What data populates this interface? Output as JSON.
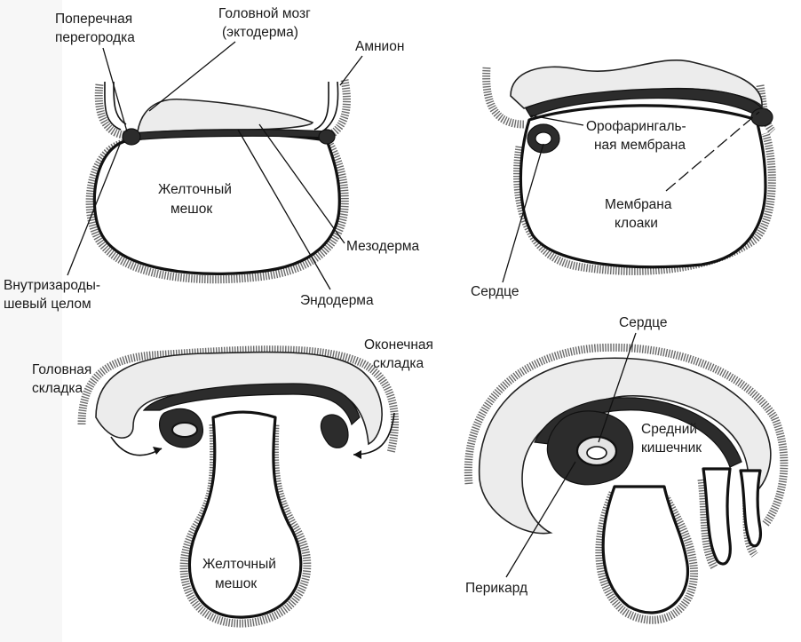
{
  "panel_top_left": {
    "label_septum_1": "Поперечная",
    "label_septum_2": "перегородка",
    "label_brain_1": "Головной мозг",
    "label_brain_2": "(эктодерма)",
    "label_amnion": "Амнион",
    "label_yolk_1": "Желточный",
    "label_yolk_2": "мешок",
    "label_mesoderm": "Мезодерма",
    "label_endoderm": "Эндодерма",
    "label_coelom_1": "Внутризароды-",
    "label_coelom_2": "шевый целом"
  },
  "panel_top_right": {
    "label_oro_1": "Орофарингаль-",
    "label_oro_2": "ная мембрана",
    "label_cloaca_1": "Мембрана",
    "label_cloaca_2": "клоаки",
    "label_heart": "Сердце"
  },
  "panel_bottom_left": {
    "label_headfold_1": "Головная",
    "label_headfold_2": "складка",
    "label_tailfold_1": "Оконечная",
    "label_tailfold_2": "складка",
    "label_yolk_1": "Желточный",
    "label_yolk_2": "мешок"
  },
  "panel_bottom_right": {
    "label_heart": "Сердце",
    "label_midgut_1": "Средний",
    "label_midgut_2": "кишечник",
    "label_pericardium": "Перикард"
  },
  "colors": {
    "ink": "#111111",
    "ectoderm": "#ececec",
    "mesoderm": "#2c2c2c",
    "fur": "#6a6a6a"
  }
}
